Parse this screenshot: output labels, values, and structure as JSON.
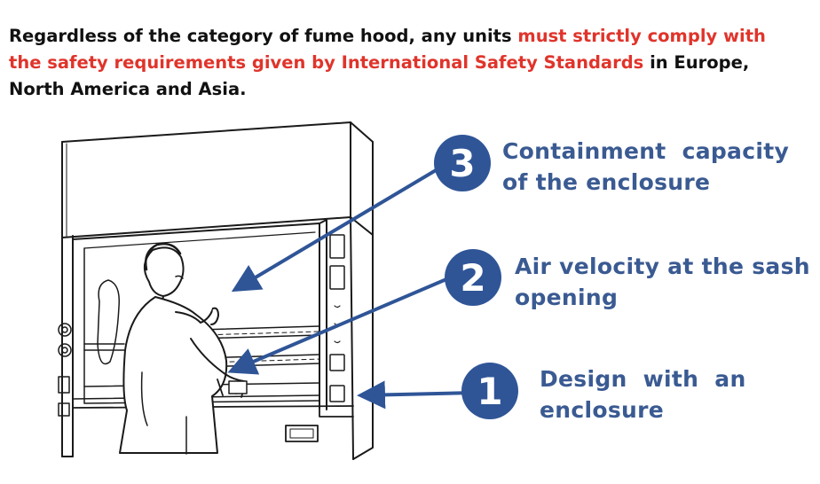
{
  "intro": {
    "part1": "Regardless of the category of fume hood, any units ",
    "highlight": "must strictly comply with the safety requirements given by International Safety Standards",
    "part2": " in Europe, North America and Asia."
  },
  "callouts": [
    {
      "number": "3",
      "line1": "Containment  capacity",
      "line2": "of the enclosure"
    },
    {
      "number": "2",
      "line1": "Air velocity at the sash",
      "line2": "opening"
    },
    {
      "number": "1",
      "line1": "Design  with  an",
      "line2": "enclosure"
    }
  ],
  "colors": {
    "badge": "#2f5597",
    "arrow": "#2f5597",
    "callout_text": "#3a5a92",
    "highlight": "#e0342b"
  }
}
